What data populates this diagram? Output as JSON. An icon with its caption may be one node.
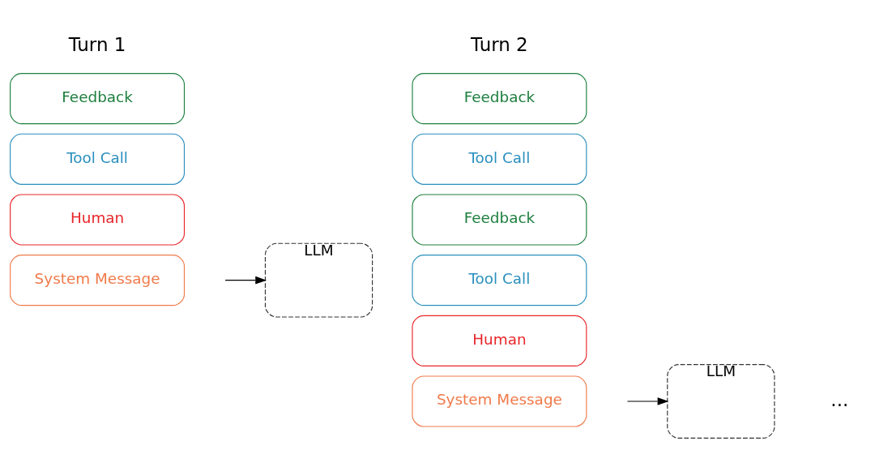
{
  "diagram": {
    "nodes": [
      {
        "text": [
          "Feedback"
        ]
      },
      {
        "text": [
          "Tool Call"
        ]
      },
      {
        "text": [
          "Human"
        ]
      },
      {
        "text": [
          "System Message"
        ]
      },
      {
        "text": [
          "LLM"
        ]
      },
      {
        "text": [
          "Feedback"
        ]
      },
      {
        "text": [
          "Tool Call"
        ]
      },
      {
        "text": [
          "Feedback"
        ]
      },
      {
        "text": [
          "Tool Call"
        ]
      },
      {
        "text": [
          "Human"
        ]
      },
      {
        "text": [
          "System Message"
        ]
      },
      {
        "text": [
          "LLM"
        ]
      }
    ],
    "edges": [
      {
        "from": null,
        "to": 4,
        "arrow": "to"
      },
      {
        "from": null,
        "to": 11,
        "arrow": "to"
      }
    ],
    "labels": [
      "Turn 1",
      "Turn 2",
      "..."
    ]
  }
}
